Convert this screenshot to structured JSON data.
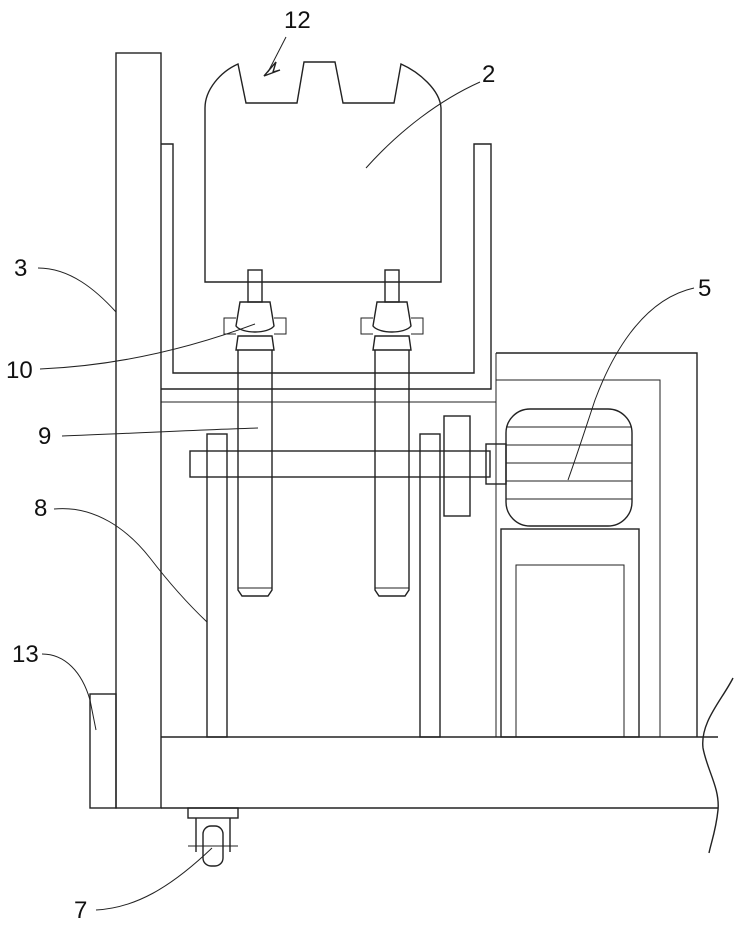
{
  "figure": {
    "labels": {
      "l12": "12",
      "l2": "2",
      "l3": "3",
      "l5": "5",
      "l10": "10",
      "l9": "9",
      "l8": "8",
      "l13": "13",
      "l7": "7"
    }
  }
}
